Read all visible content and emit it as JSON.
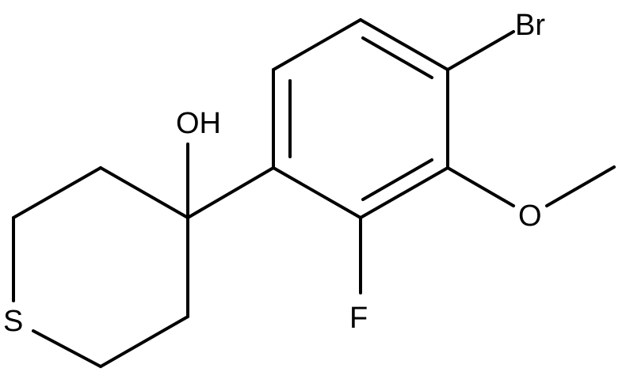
{
  "molecule": {
    "atoms": {
      "hydroxyl": "OH",
      "bromine": "Br",
      "methoxy_oxygen": "O",
      "fluorine": "F",
      "sulfur": "S"
    }
  },
  "colors": {
    "bond": "#000000",
    "label": "#000000",
    "background": "#ffffff"
  }
}
